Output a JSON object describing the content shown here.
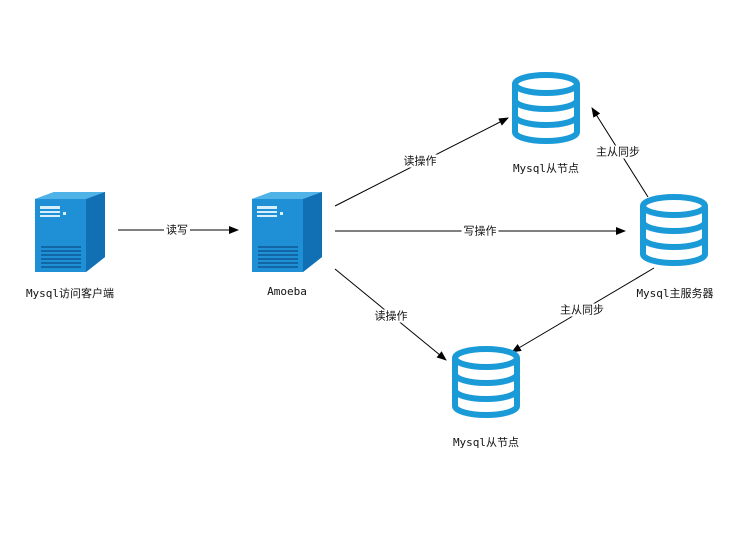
{
  "nodes": {
    "client": {
      "label": "Mysql访问客户端",
      "icon": "server-icon"
    },
    "amoeba": {
      "label": "Amoeba",
      "icon": "server-icon"
    },
    "master": {
      "label": "Mysql主服务器",
      "icon": "database-icon"
    },
    "slave_top": {
      "label": "Mysql从节点",
      "icon": "database-icon"
    },
    "slave_bottom": {
      "label": "Mysql从节点",
      "icon": "database-icon"
    }
  },
  "edges": {
    "client_amoeba": {
      "label": "读写"
    },
    "amoeba_slave_top": {
      "label": "读操作"
    },
    "amoeba_master": {
      "label": "写操作"
    },
    "amoeba_slave_bottom": {
      "label": "读操作"
    },
    "master_slave_top": {
      "label": "主从同步"
    },
    "master_slave_bottom": {
      "label": "主从同步"
    }
  },
  "colors": {
    "server_body": "#1f8fd6",
    "server_side": "#1170b4",
    "database": "#1b9ad8",
    "arrow": "#000000"
  }
}
